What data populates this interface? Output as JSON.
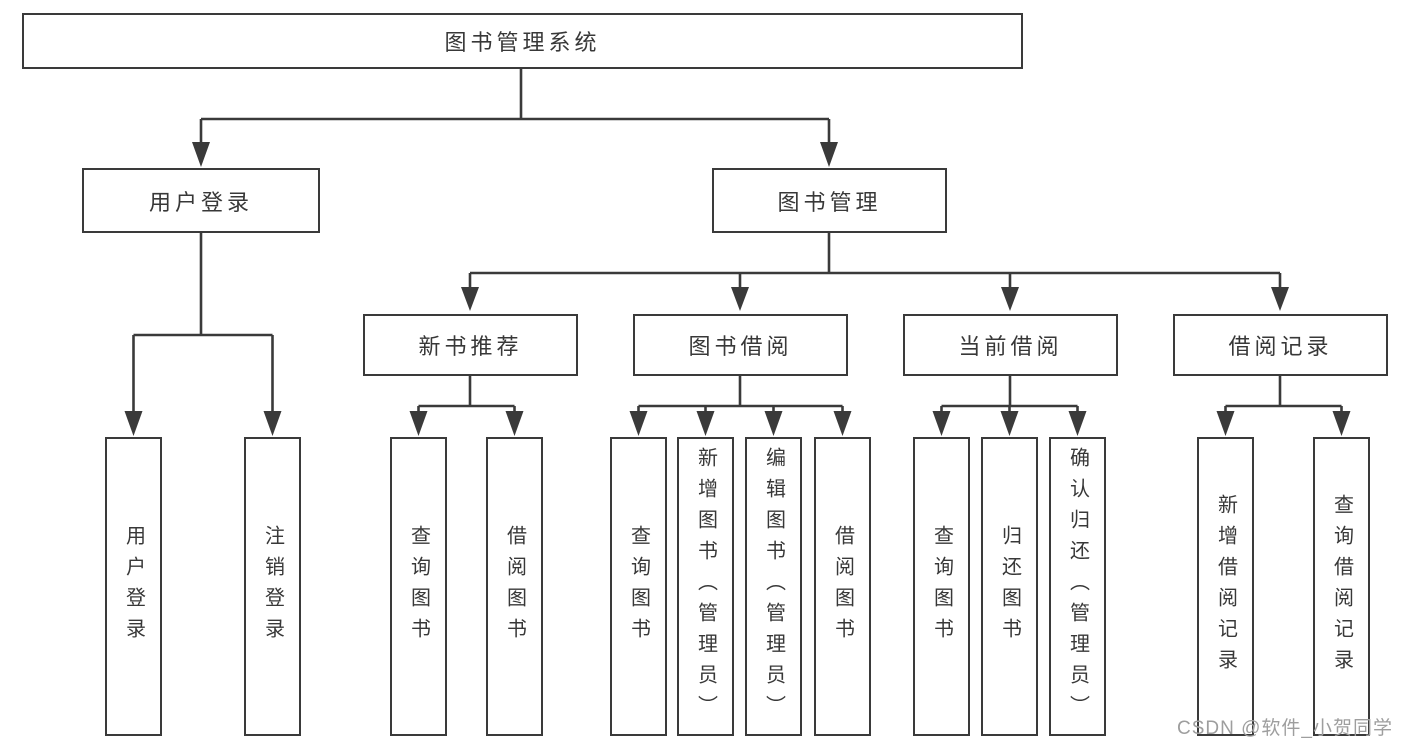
{
  "colors": {
    "line": "#3a3a3a",
    "text": "#383838",
    "watermark": "#9e9e9e",
    "bg": "#ffffff"
  },
  "tree": {
    "root": {
      "label": "图书管理系统"
    },
    "branches": [
      {
        "label": "用户登录",
        "leaves": [
          {
            "label": "用户登录"
          },
          {
            "label": "注销登录"
          }
        ]
      },
      {
        "label": "图书管理",
        "groups": [
          {
            "label": "新书推荐",
            "leaves": [
              {
                "label": "查询图书"
              },
              {
                "label": "借阅图书"
              }
            ]
          },
          {
            "label": "图书借阅",
            "leaves": [
              {
                "label": "查询图书"
              },
              {
                "label": "新增图书（管理员）"
              },
              {
                "label": "编辑图书（管理员）"
              },
              {
                "label": "借阅图书"
              }
            ]
          },
          {
            "label": "当前借阅",
            "leaves": [
              {
                "label": "查询图书"
              },
              {
                "label": "归还图书"
              },
              {
                "label": "确认归还（管理员）"
              }
            ]
          },
          {
            "label": "借阅记录",
            "leaves": [
              {
                "label": "新增借阅记录"
              },
              {
                "label": "查询借阅记录"
              }
            ]
          }
        ]
      }
    ]
  },
  "watermark": {
    "text": "CSDN @软件_小贺同学"
  }
}
